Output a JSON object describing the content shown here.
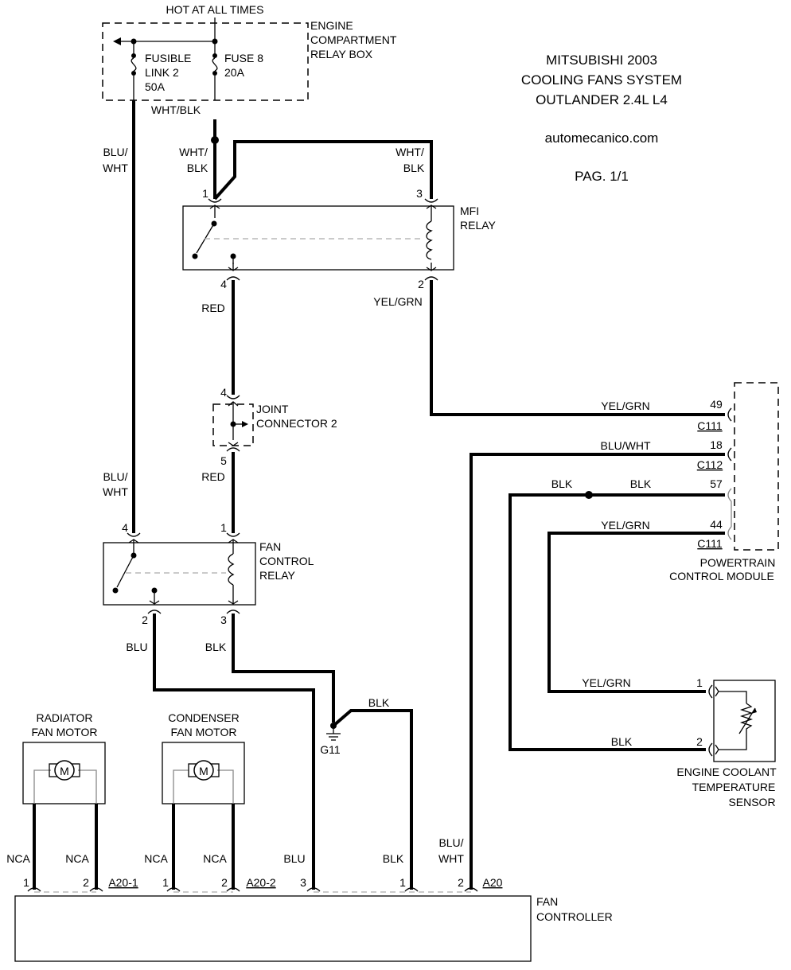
{
  "header": {
    "brand": "MITSUBISHI 2003",
    "system": "COOLING FANS SYSTEM",
    "model": "OUTLANDER 2.4L L4",
    "site": "automecanico.com",
    "page": "PAG. 1/1"
  },
  "relay_box": {
    "hot": "HOT AT ALL TIMES",
    "name_1": "ENGINE",
    "name_2": "COMPARTMENT",
    "name_3": "RELAY BOX",
    "fusible_1": "FUSIBLE",
    "fusible_2": "LINK 2",
    "fusible_3": "50A",
    "fuse_1": "FUSE 8",
    "fuse_2": "20A"
  },
  "mfi_relay": {
    "name_1": "MFI",
    "name_2": "RELAY",
    "pin1": "1",
    "pin3": "3",
    "pin4": "4",
    "pin2": "2"
  },
  "joint": {
    "name_1": "JOINT",
    "name_2": "CONNECTOR 2",
    "pin4": "4",
    "pin5": "5"
  },
  "fan_relay": {
    "name_1": "FAN",
    "name_2": "CONTROL",
    "name_3": "RELAY",
    "pin4": "4",
    "pin1": "1",
    "pin2": "2",
    "pin3": "3"
  },
  "pcm": {
    "name_1": "POWERTRAIN",
    "name_2": "CONTROL MODULE",
    "pin49": "49",
    "pin18": "18",
    "pin57": "57",
    "pin44": "44",
    "c111": "C111",
    "c112": "C112"
  },
  "ect": {
    "name_1": "ENGINE COOLANT",
    "name_2": "TEMPERATURE",
    "name_3": "SENSOR",
    "pin1": "1",
    "pin2": "2"
  },
  "motors": {
    "rad_1": "RADIATOR",
    "rad_2": "FAN MOTOR",
    "cond_1": "CONDENSER",
    "cond_2": "FAN MOTOR",
    "symbol": "M"
  },
  "ground": "G11",
  "fan_controller": {
    "name_1": "FAN",
    "name_2": "CONTROLLER",
    "a20_1": "A20-1",
    "a20_2": "A20-2",
    "a20": "A20",
    "p1": "1",
    "p2": "2",
    "p3": "3"
  },
  "wires": {
    "blu_wht_1": "BLU/",
    "blu_wht_2": "WHT",
    "wht_blk": "WHT/BLK",
    "wht_1": "WHT/",
    "blk": "BLK",
    "red": "RED",
    "yel_grn": "YEL/GRN",
    "blu_wht": "BLU/WHT",
    "blu": "BLU",
    "nca": "NCA"
  }
}
